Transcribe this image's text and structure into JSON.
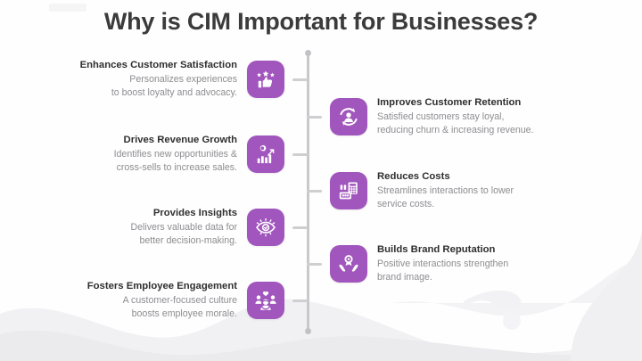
{
  "slide": {
    "title": "Why is CIM Important for Businesses?",
    "background_color": "#fefefe",
    "accent_color": "#a156bd",
    "title_color": "#3b3b3b",
    "heading_color": "#2f2f2f",
    "body_color": "#8d8d91",
    "connector_color": "#c9c9cc"
  },
  "left_items": [
    {
      "title": "Enhances Customer Satisfaction",
      "desc": "Personalizes experiences\nto boost loyalty and advocacy.",
      "icon": "thumbs-up-stars-icon"
    },
    {
      "title": "Drives Revenue Growth",
      "desc": "Identifies new opportunities &\ncross-sells to increase sales.",
      "icon": "growth-bar-chart-icon"
    },
    {
      "title": "Provides Insights",
      "desc": "Delivers valuable data for\nbetter decision-making.",
      "icon": "eye-insight-icon"
    },
    {
      "title": "Fosters Employee Engagement",
      "desc": "A customer-focused culture\nboosts employee morale.",
      "icon": "team-heart-icon"
    }
  ],
  "right_items": [
    {
      "title": "Improves Customer Retention",
      "desc": "Satisfied customers stay loyal,\nreducing churn & increasing revenue.",
      "icon": "user-retention-cycle-icon"
    },
    {
      "title": "Reduces Costs",
      "desc": "Streamlines interactions to lower\nservice costs.",
      "icon": "calculator-icon"
    },
    {
      "title": "Builds Brand Reputation",
      "desc": "Positive interactions strengthen\nbrand image.",
      "icon": "hands-award-badge-icon"
    }
  ]
}
